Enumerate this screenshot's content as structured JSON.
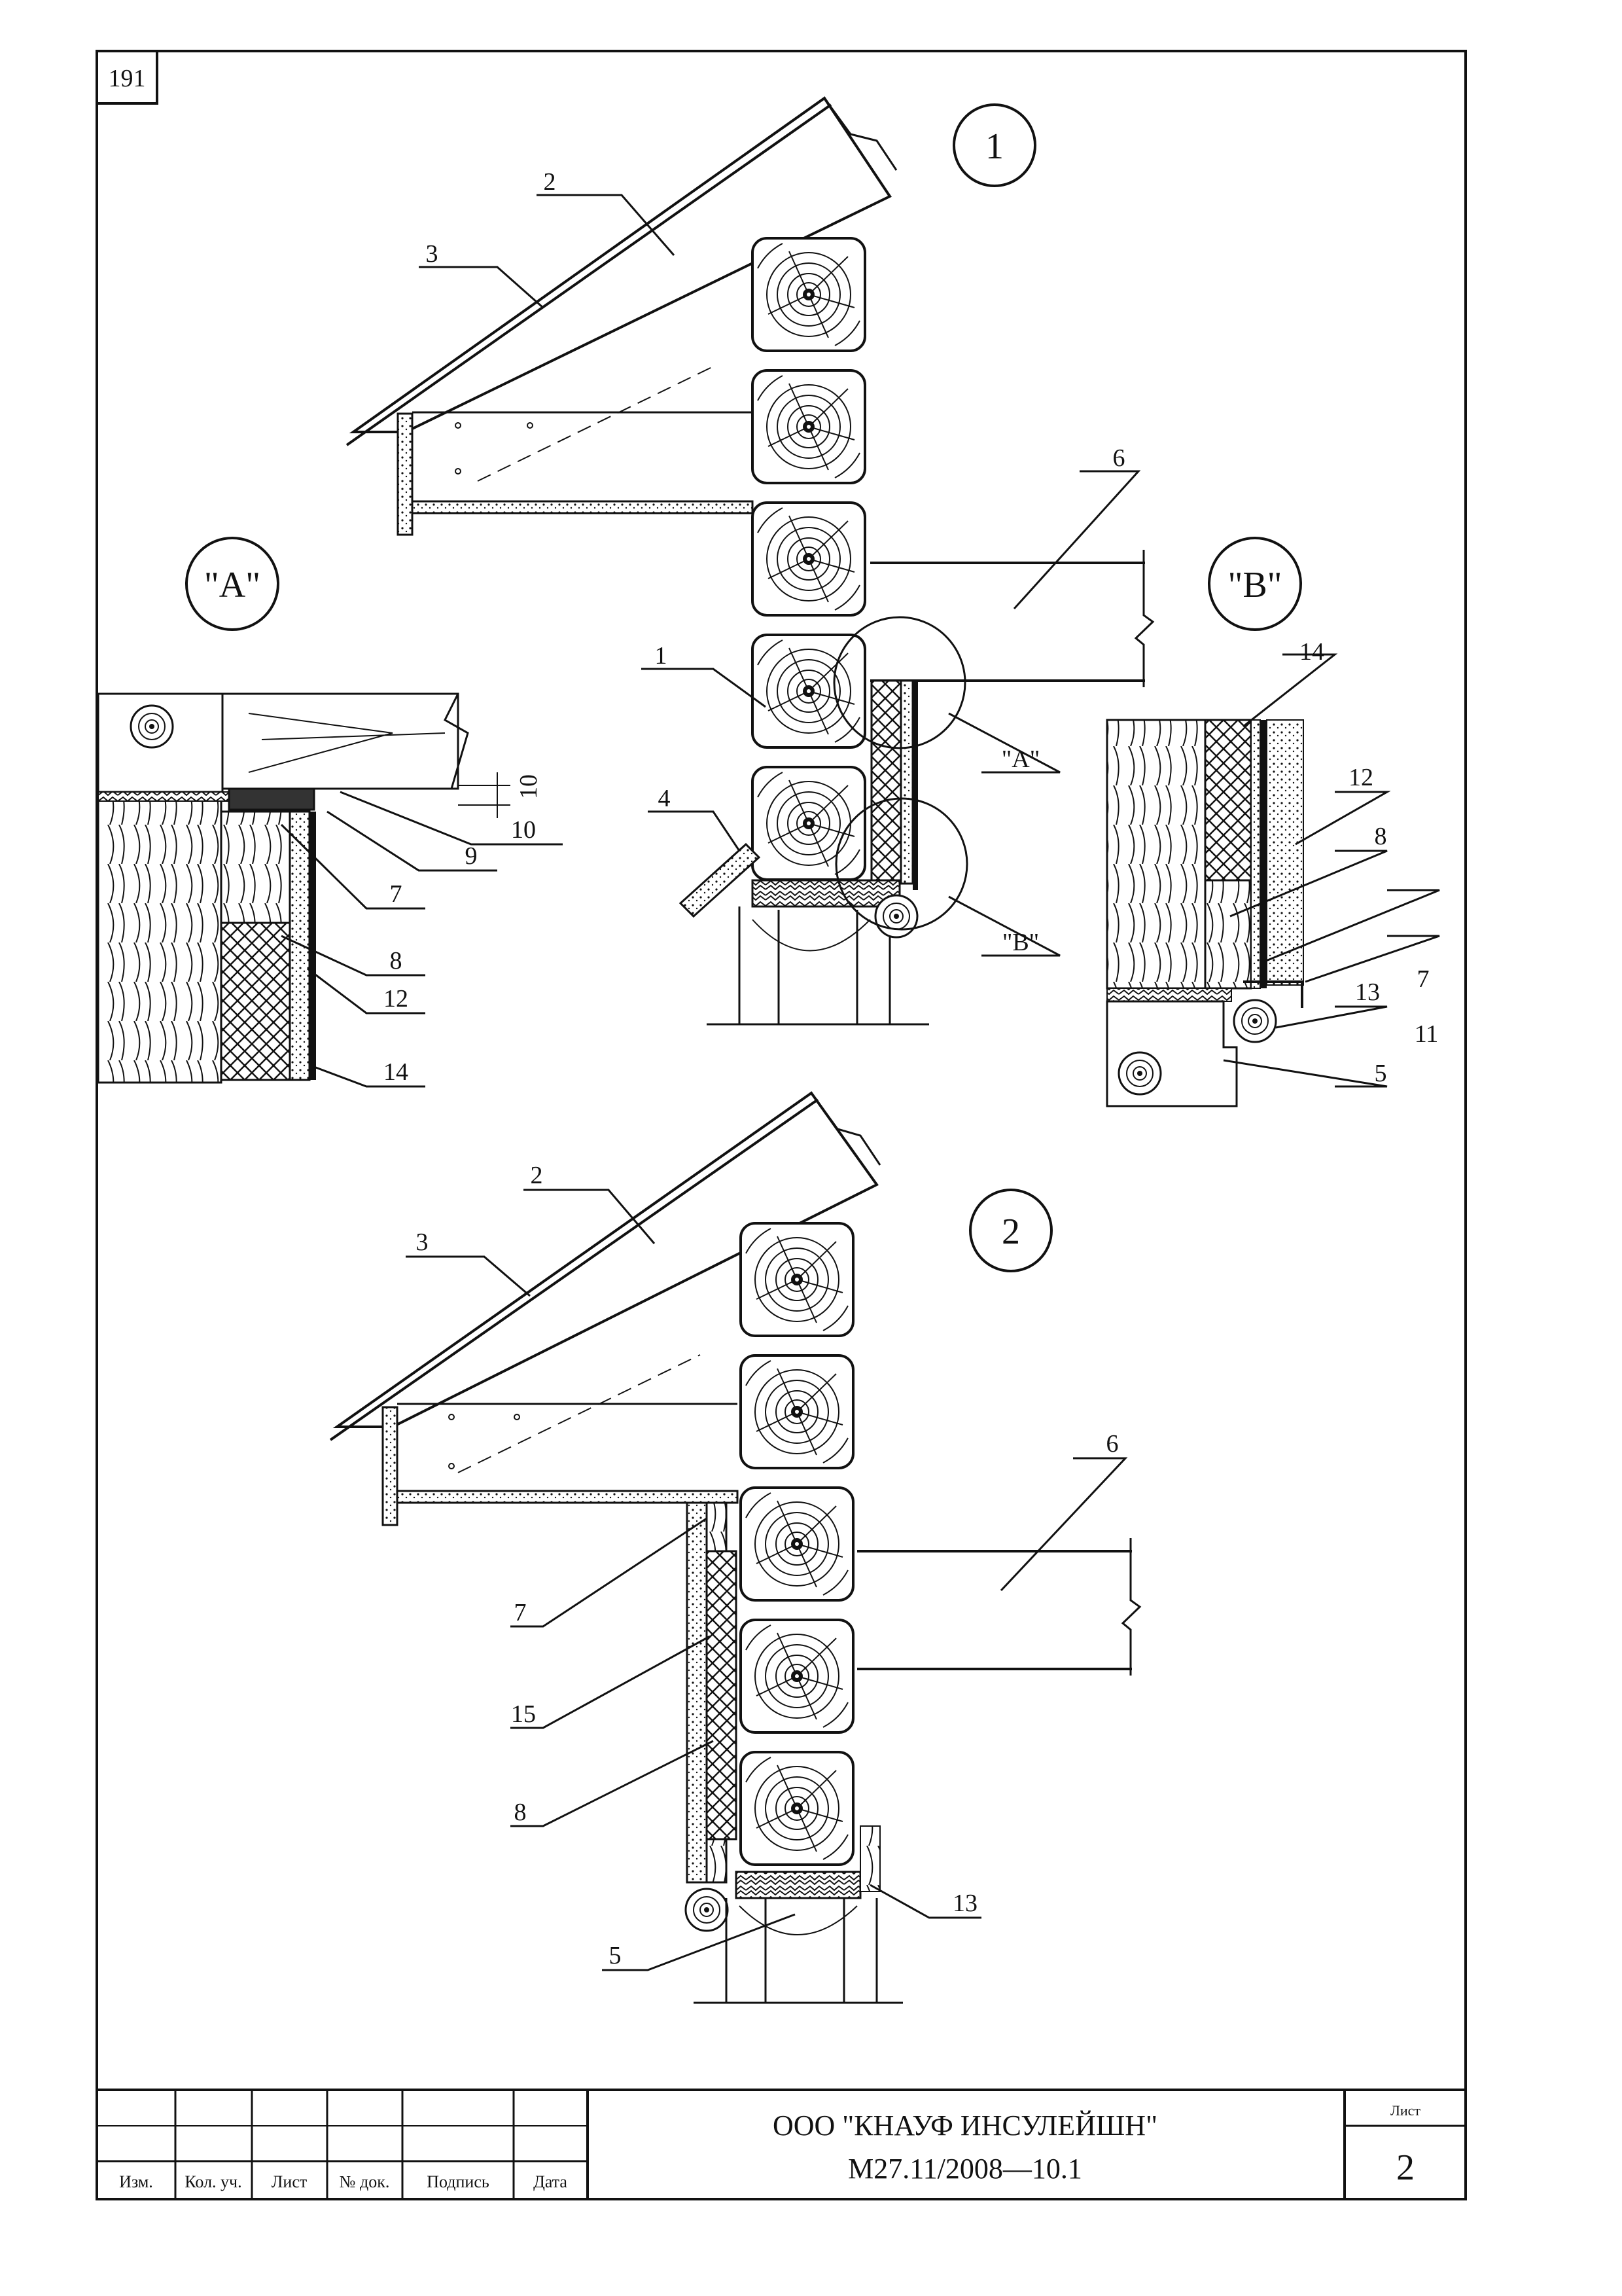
{
  "sheet": {
    "number": "191",
    "views": {
      "v1": "1",
      "v2": "2",
      "vA": "\"A\"",
      "vB": "\"B\""
    }
  },
  "callouts": {
    "d1": [
      "2",
      "3",
      "6",
      "1",
      "4",
      "\"A\"",
      "\"B\""
    ],
    "dA": [
      "10",
      "10",
      "9",
      "7",
      "8",
      "12",
      "14"
    ],
    "dB": [
      "14",
      "12",
      "8",
      "7",
      "13",
      "11",
      "5"
    ],
    "d2": [
      "2",
      "3",
      "6",
      "7",
      "15",
      "8",
      "13",
      "5"
    ]
  },
  "title_block": {
    "headers": [
      "Изм.",
      "Кол. уч.",
      "Лист",
      "№ док.",
      "Подпись",
      "Дата"
    ],
    "organization": "ООО \"КНАУФ ИНСУЛЕЙШН\"",
    "document_code": "М27.11/2008—10.1",
    "sheet_label": "Лист",
    "sheet_value": "2"
  }
}
